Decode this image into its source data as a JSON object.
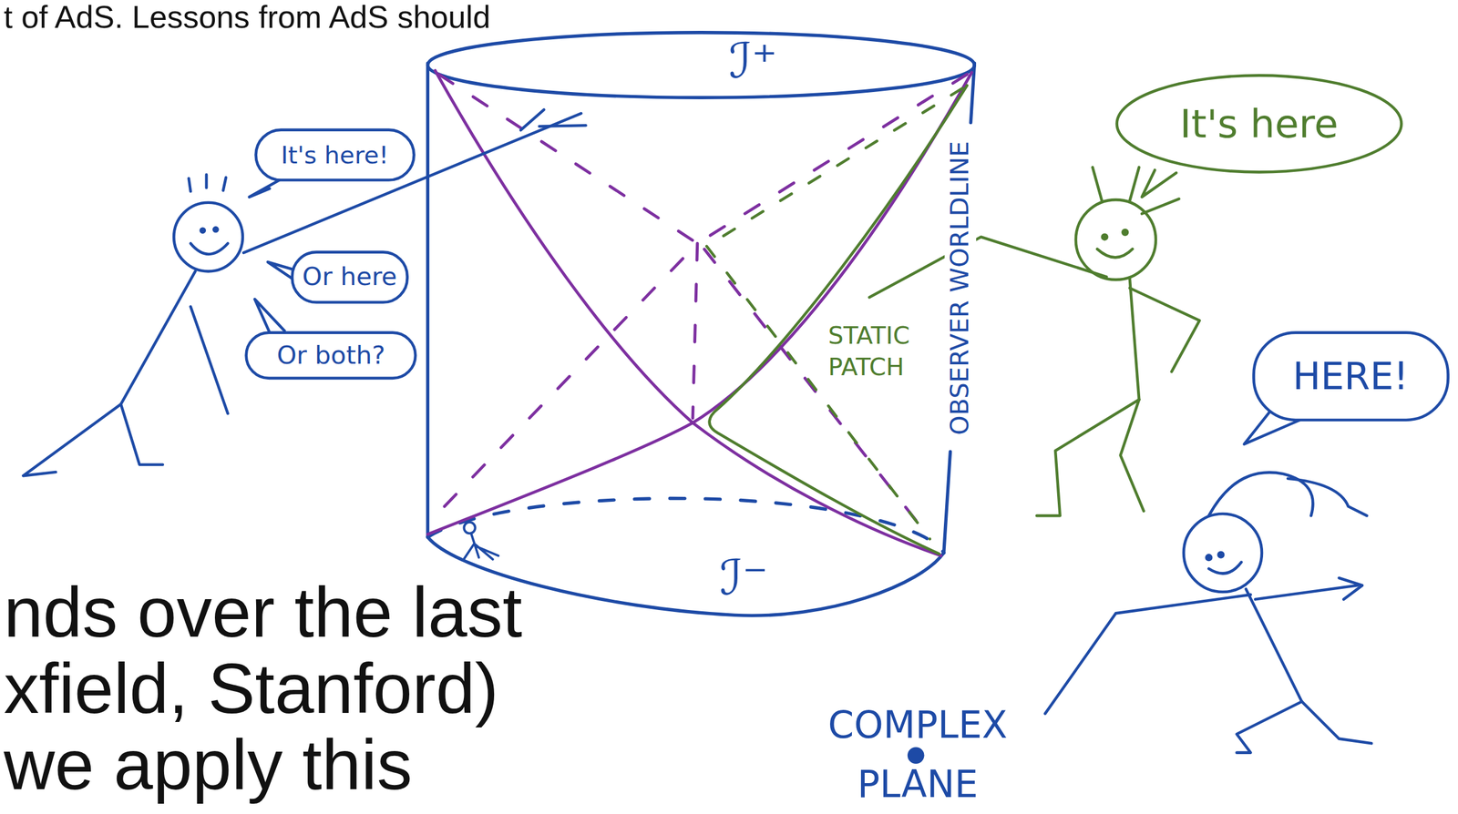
{
  "diagram": {
    "nodes": [
      {
        "text": [
          "It's here!"
        ]
      },
      {
        "text": [
          "Or here"
        ]
      },
      {
        "text": [
          "Or both?"
        ]
      },
      {
        "text": [
          "It's here"
        ]
      },
      {
        "text": [
          "HERE!"
        ]
      }
    ],
    "labels": [
      "t of AdS. Lessons from AdS should",
      "ℐ⁺",
      "ℐ⁻",
      "STATIC PATCH",
      "OBSERVER WORLDLINE",
      "COMPLEX PLANE",
      "nds over the last",
      "xfield, Stanford)",
      "we apply this"
    ]
  }
}
